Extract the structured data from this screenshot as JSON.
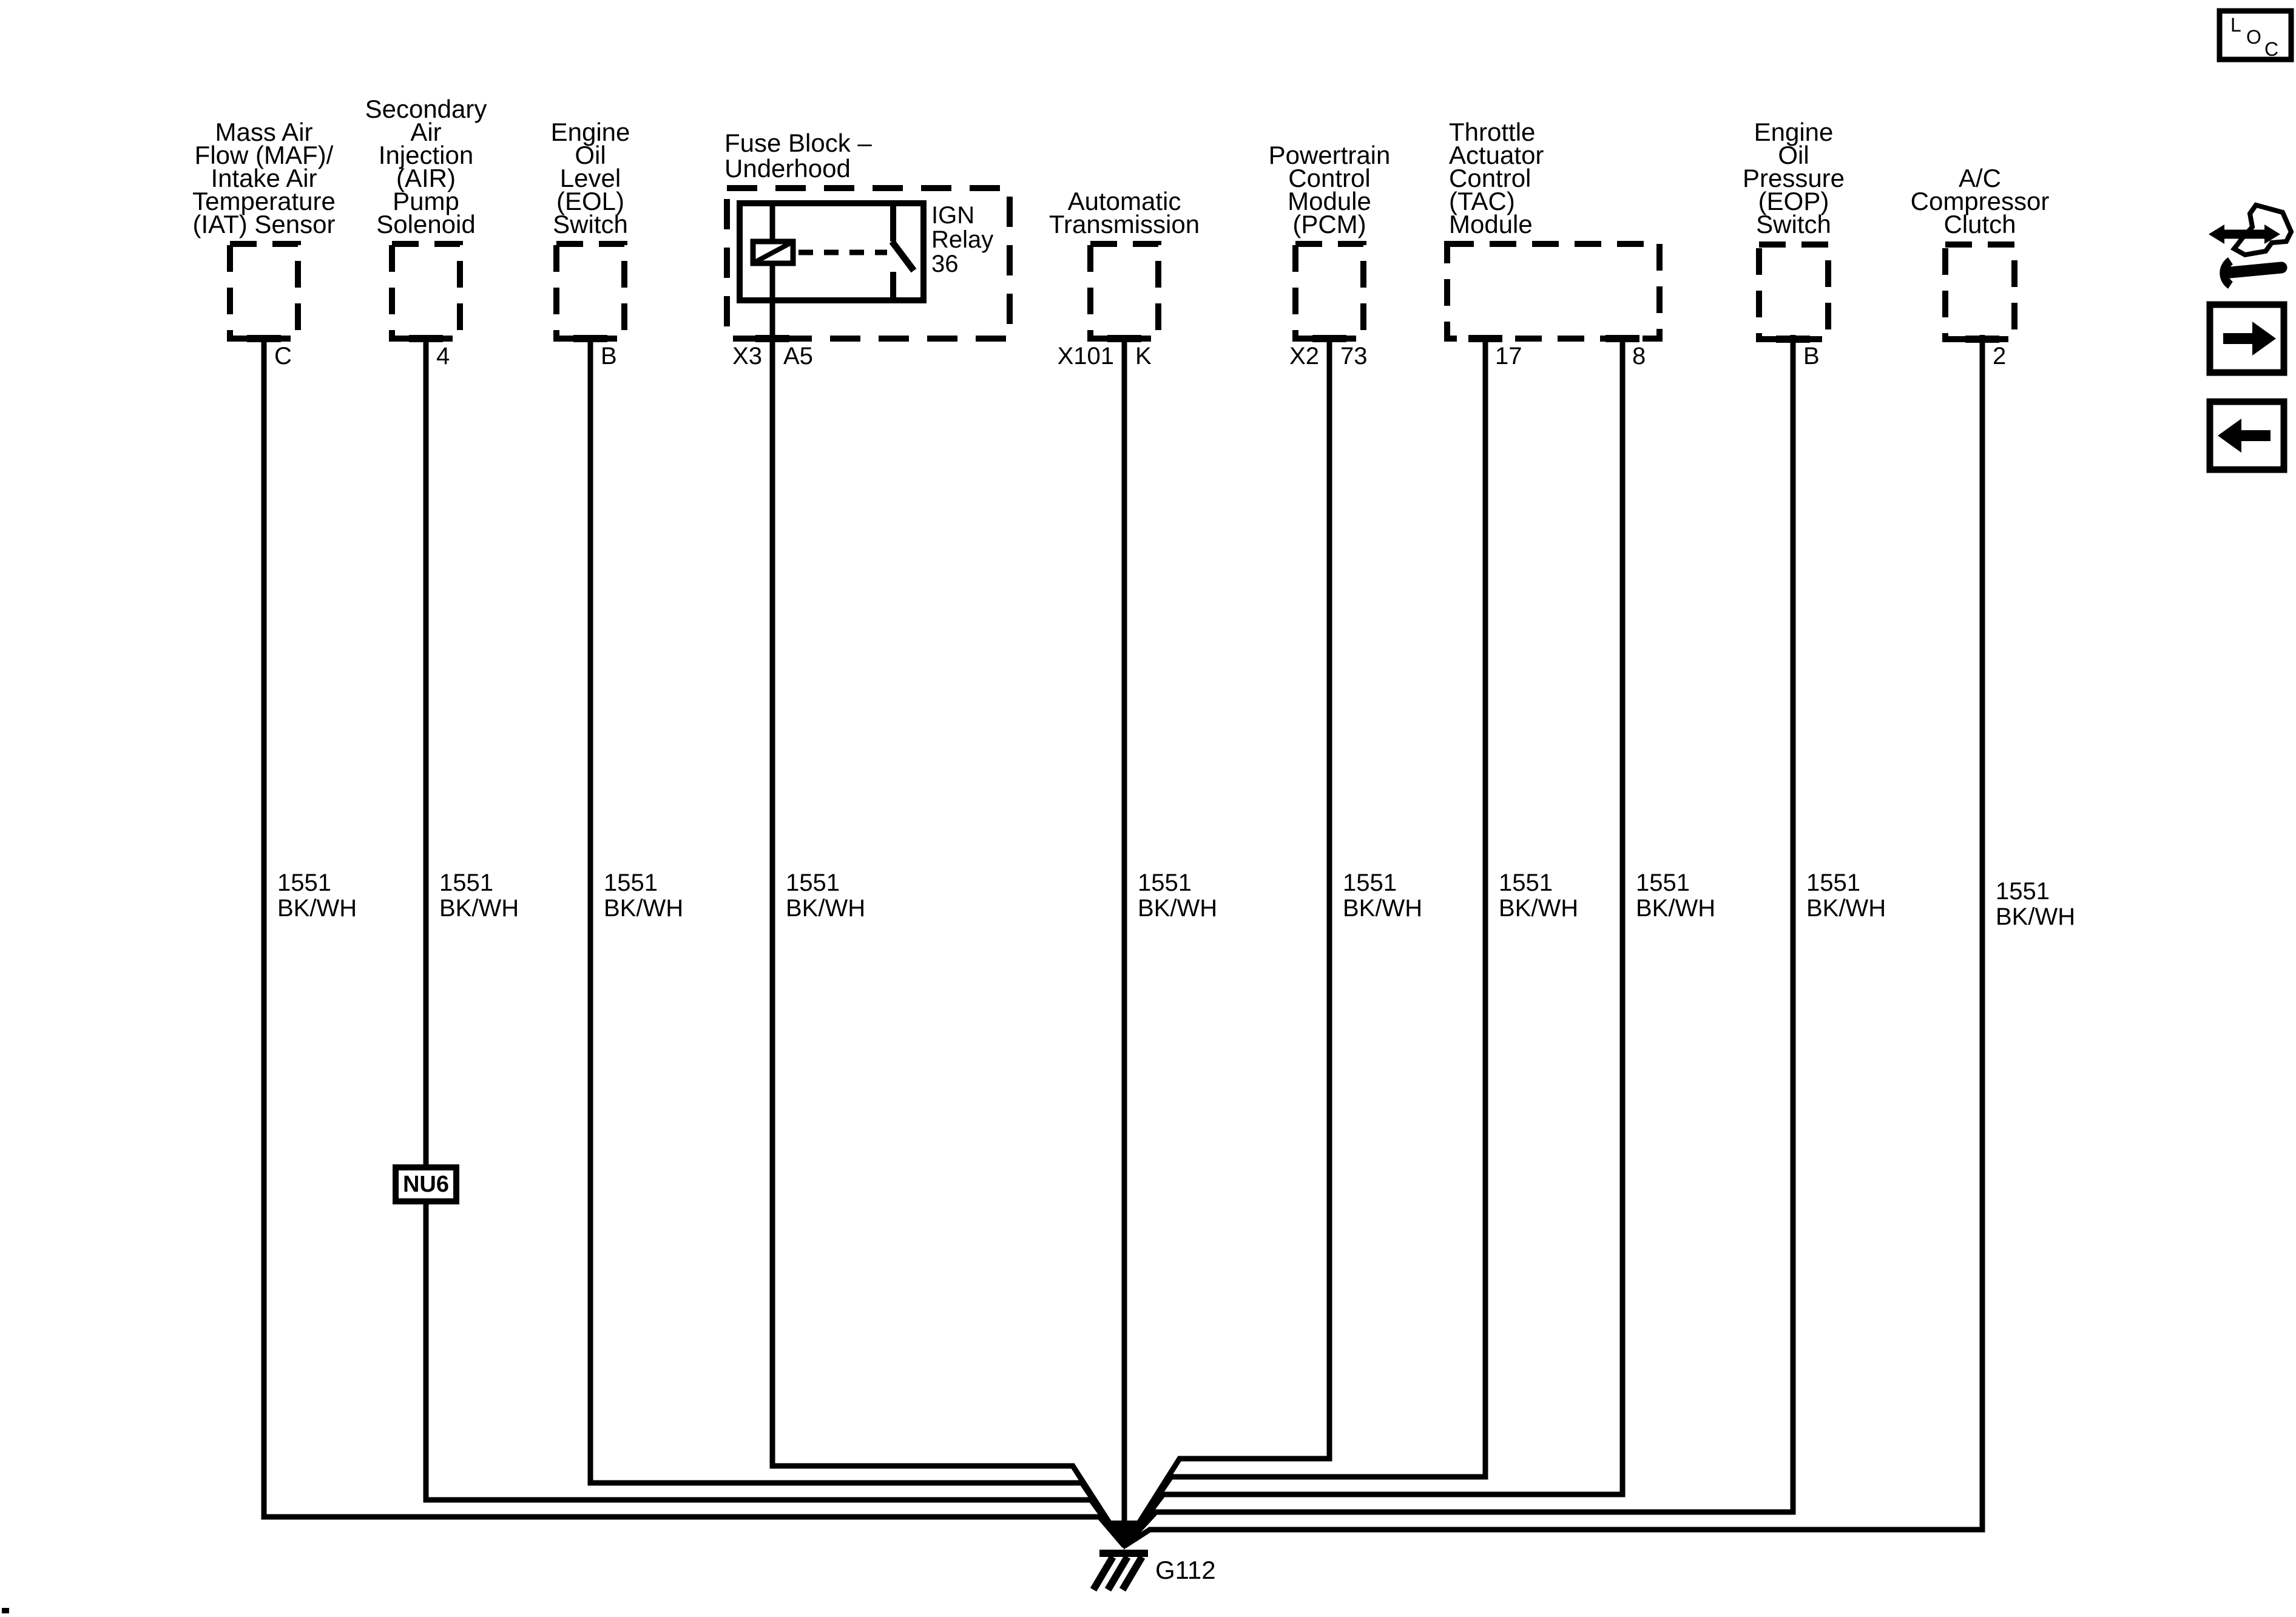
{
  "components": [
    {
      "id": "maf-iat-sensor",
      "lines": [
        "Mass Air",
        "Flow (MAF)/",
        "Intake Air",
        "Temperature",
        "(IAT) Sensor"
      ],
      "pin": "C"
    },
    {
      "id": "air-injection-pump-solenoid",
      "lines": [
        "Secondary",
        "Air",
        "Injection",
        "(AIR)",
        "Pump",
        "Solenoid"
      ],
      "pin": "4",
      "connector_label": "NU6"
    },
    {
      "id": "engine-oil-level-switch",
      "lines": [
        "Engine",
        "Oil",
        "Level",
        "(EOL)",
        "Switch"
      ],
      "pin": "B"
    },
    {
      "id": "fuse-block-underhood",
      "lines": [
        "Fuse Block –",
        "Underhood"
      ],
      "relay_lines": [
        "IGN",
        "Relay",
        "36"
      ],
      "pin_left": "X3",
      "pin_right": "A5"
    },
    {
      "id": "automatic-transmission",
      "lines": [
        "Automatic",
        "Transmission"
      ],
      "pin_left": "X101",
      "pin_right": "K"
    },
    {
      "id": "powertrain-control-module",
      "lines": [
        "Powertrain",
        "Control",
        "Module",
        "(PCM)"
      ],
      "pin_left": "X2",
      "pin_right": "73"
    },
    {
      "id": "throttle-actuator-control-module",
      "lines": [
        "Throttle",
        "Actuator",
        "Control",
        "(TAC)",
        "Module"
      ],
      "pin_left": "17",
      "pin_right": "8"
    },
    {
      "id": "engine-oil-pressure-switch",
      "lines": [
        "Engine",
        "Oil",
        "Pressure",
        "(EOP)",
        "Switch"
      ],
      "pin": "B"
    },
    {
      "id": "ac-compressor-clutch",
      "lines": [
        "A/C",
        "Compressor",
        "Clutch"
      ],
      "pin": "2"
    }
  ],
  "wires": [
    {
      "circuit": "1551",
      "color": "BK/WH"
    },
    {
      "circuit": "1551",
      "color": "BK/WH"
    },
    {
      "circuit": "1551",
      "color": "BK/WH"
    },
    {
      "circuit": "1551",
      "color": "BK/WH"
    },
    {
      "circuit": "1551",
      "color": "BK/WH"
    },
    {
      "circuit": "1551",
      "color": "BK/WH"
    },
    {
      "circuit": "1551",
      "color": "BK/WH"
    },
    {
      "circuit": "1551",
      "color": "BK/WH"
    },
    {
      "circuit": "1551",
      "color": "BK/WH"
    },
    {
      "circuit": "1551",
      "color": "BK/WH"
    }
  ],
  "ground": {
    "label": "G112"
  },
  "loc_box": {
    "letters": [
      "L",
      "O",
      "C"
    ]
  },
  "colors": {
    "line": "#000000",
    "background": "#ffffff"
  }
}
